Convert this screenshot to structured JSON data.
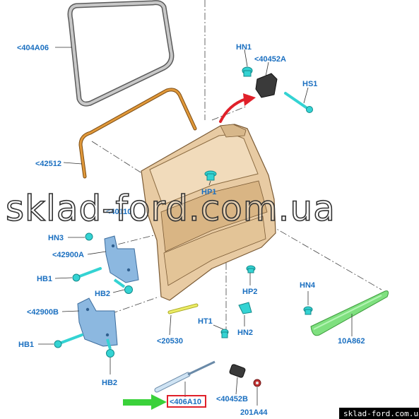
{
  "labels": {
    "seal_upper": "<404A06",
    "seal_lower": "<42512",
    "tailgate": "<40110",
    "hn1": "HN1",
    "latch_striker": "<40452A",
    "hs1": "HS1",
    "hp1": "HP1",
    "hn3": "HN3",
    "hinge_upper": "<42900A",
    "hb1_upper": "HB1",
    "hb2_upper": "HB2",
    "hinge_lower": "<42900B",
    "hb1_lower": "HB1",
    "hb2_lower": "HB2",
    "hp2": "HP2",
    "hn4": "HN4",
    "spoiler": "10A862",
    "rod": "<20530",
    "ht1": "HT1",
    "hn2": "HN2",
    "gas_strut": "<406A10",
    "latch_lower": "<40452B",
    "grommet": "201A44"
  },
  "watermark": "sklad-ford.com.ua",
  "footer": "sklad-ford.com.ua",
  "colors": {
    "label_text": "#1a6fc0",
    "highlight_box": "#e0202a",
    "arrow_red": "#e0202a",
    "arrow_green": "#3ad13a",
    "tailgate_fill": "#e6c9a0",
    "seal_orange": "#d08a2a",
    "seal_grey": "#b8b8b8",
    "clip_cyan": "#34d3d3",
    "hinge_blue": "#8cb8e0",
    "spoiler_green": "#7fe07f",
    "rod_yellow": "#e8e860",
    "strut_blue": "#b8d8ef",
    "footer_bg": "#000000"
  }
}
